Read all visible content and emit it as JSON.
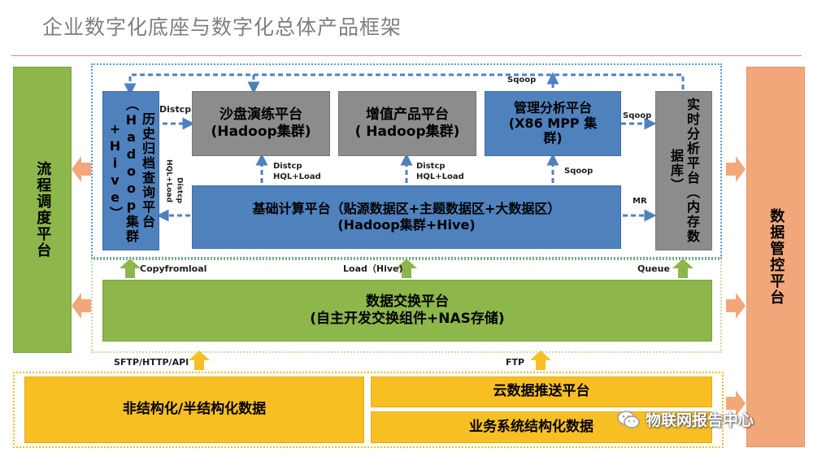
{
  "title": "企业数字化底座与数字化总体产品框架",
  "left_platform": "流程调度平台",
  "right_platform": "数据管控平台",
  "history_platform": "历史归档查询平台（Hadoop集群+Hive）",
  "sandbox_platform": [
    "沙盘演练平台",
    "(Hadoop集群)"
  ],
  "value_platform": [
    "增值产品平台",
    "( Hadoop集群)"
  ],
  "mgmt_platform": [
    "管理分析平台",
    "(X86 MPP 集",
    "群)"
  ],
  "realtime_platform": "实时分析平台（内存数据库）",
  "base_platform": [
    "基础计算平台（贴源数据区+主题数据区+大数据区）",
    "(Hadoop集群+Hive)"
  ],
  "exchange_platform": [
    "数据交换平台",
    "(自主开发交换组件+NAS存储)"
  ],
  "unstructured": "非结构化/半结构化数据",
  "cloud_push": "云数据推送平台",
  "biz_structured": "业务系统结构化数据",
  "labels": {
    "distcp_top": "Distcp",
    "distcp_side": "Distcp",
    "hql_side": "HQL+Load",
    "distcp_a": "Distcp",
    "hql_a": "HQL+Load",
    "distcp_b": "Distcp",
    "hql_b": "HQL+Load",
    "sqoop_top": "Sqoop",
    "sqoop_right": "Sqoop",
    "sqoop_mid": "Sqoop",
    "mr": "MR",
    "copyfromloal": "Copyfromloal",
    "load_hive": "Load（Hive)",
    "queue": "Queue",
    "sftp": "SFTP/HTTP/API",
    "ftp": "FTP"
  },
  "watermark": "物联网报告中心",
  "colors": {
    "green": "#8db64b",
    "blue": "#4f81bd",
    "gray": "#8c8c8c",
    "orange": "#f2a77b",
    "yellow": "#f8bf24",
    "arrow_blue": "#4f81bd"
  }
}
